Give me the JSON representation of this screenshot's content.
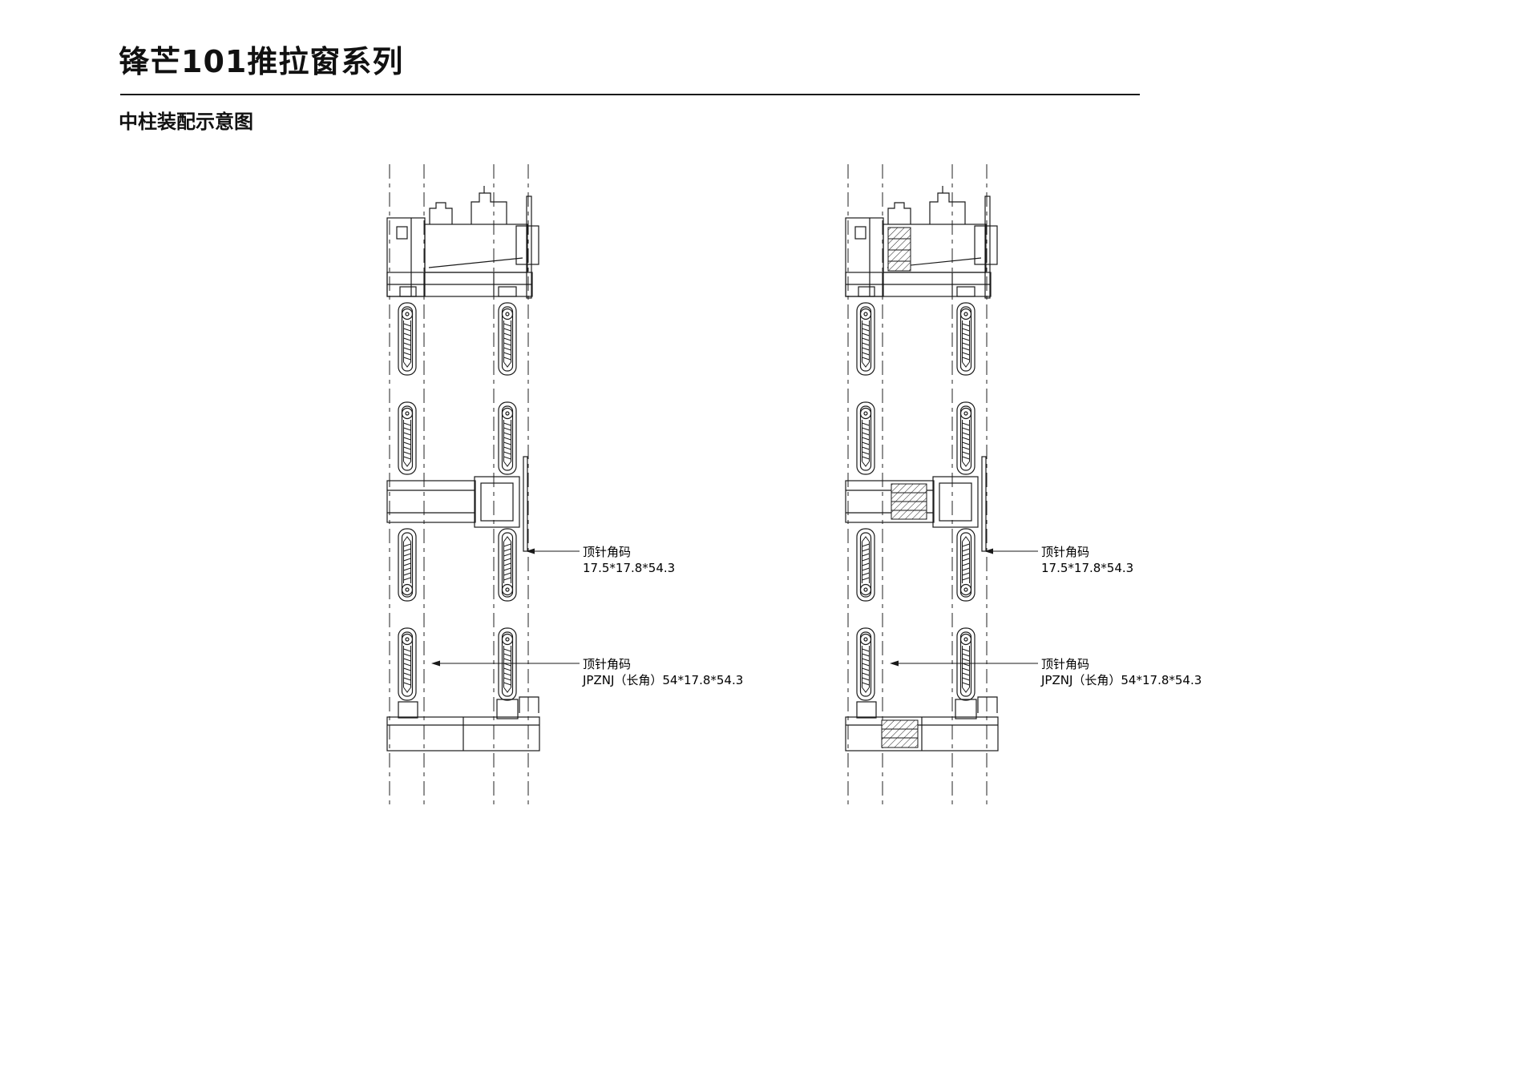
{
  "page": {
    "title": "锋芒101推拉窗系列",
    "subtitle": "中柱装配示意图"
  },
  "annotations": {
    "pin_bracket": {
      "line1": "顶针角码",
      "line2": "17.5*17.8*54.3"
    },
    "pin_bracket_long": {
      "line1": "顶针角码",
      "line2": "JPZNJ（长角）54*17.8*54.3"
    }
  },
  "diagram": {
    "views": [
      "left-assembly-section",
      "right-assembly-section"
    ],
    "colors": {
      "line": "#1a1a1a",
      "background": "#ffffff",
      "text": "#000000"
    }
  }
}
